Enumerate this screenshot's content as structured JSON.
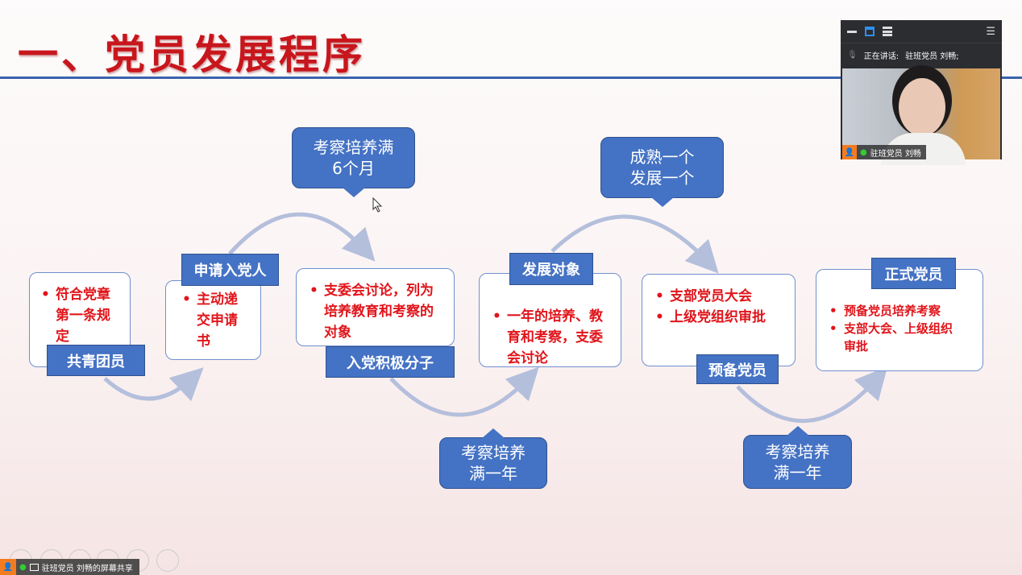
{
  "slide": {
    "title": "一、党员发展程序",
    "stages": [
      {
        "label": "共青团员",
        "items": [
          "符合党章第一条规定"
        ]
      },
      {
        "label": "申请入党人",
        "items": [
          "主动递交申请书"
        ]
      },
      {
        "label": "入党积极分子",
        "items": [
          "支委会讨论，列为培养教育和考察的对象"
        ]
      },
      {
        "label": "发展对象",
        "items": [
          "一年的培养、教育和考察，支委会讨论"
        ]
      },
      {
        "label": "预备党员",
        "items": [
          "支部党员大会",
          "上级党组织审批"
        ]
      },
      {
        "label": "正式党员",
        "items": [
          "预备党员培养考察",
          "支部大会、上级组织审批"
        ]
      }
    ],
    "callouts": [
      {
        "line1": "考察培养满",
        "line2": "6个月"
      },
      {
        "line1": "成熟一个",
        "line2": "发展一个"
      },
      {
        "line1": "考察培养",
        "line2": "满一年"
      },
      {
        "line1": "考察培养",
        "line2": "满一年"
      }
    ]
  },
  "meeting": {
    "speaking_label": "正在讲话:",
    "speaker": "驻班党员 刘畅;",
    "video_name": "驻班党员 刘畅",
    "share_status": "驻班党员 刘畅的屏幕共享"
  }
}
